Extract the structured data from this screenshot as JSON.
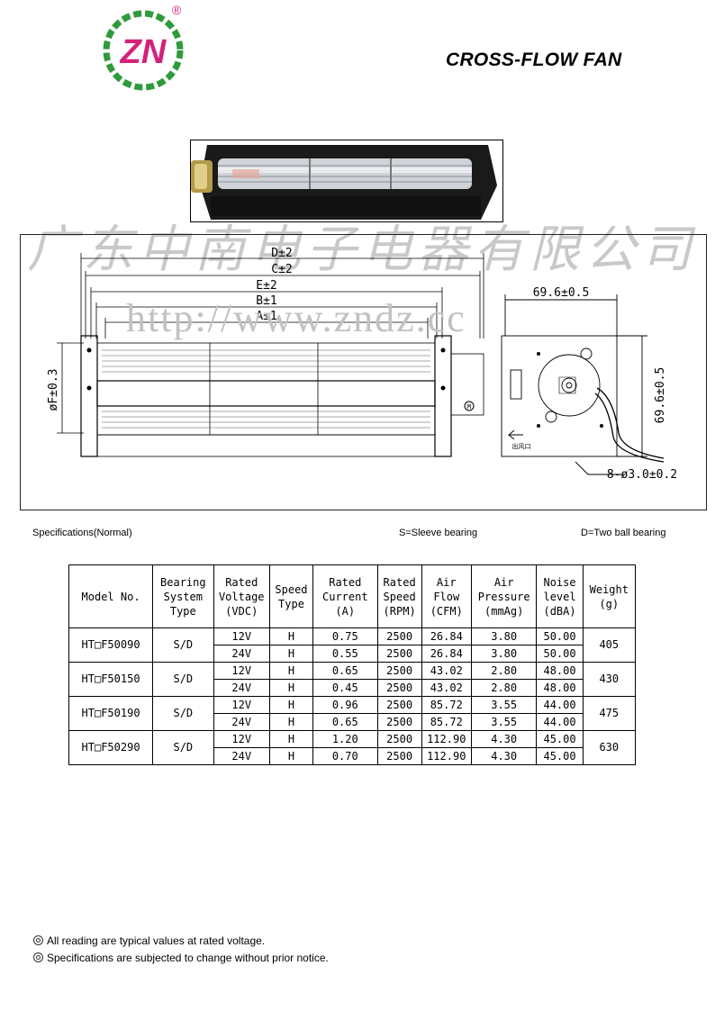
{
  "header": {
    "logo_text": "ZN",
    "registered_mark": "®",
    "title": "CROSS-FLOW  FAN"
  },
  "watermark": {
    "company": "广东中南电子电器有限公司",
    "url": "http://www.zndz.cc"
  },
  "drawing": {
    "dims": {
      "D": "D±2",
      "C": "C±2",
      "E": "E±2",
      "B": "B±1",
      "A": "A±1",
      "F": "øF±0.3",
      "side_width": "69.6±0.5",
      "side_height": "69.6±0.5",
      "holes": "8-ø3.0±0.2",
      "outlet": "出风口",
      "motor": "M"
    }
  },
  "specs": {
    "title": "Specifications(Normal)",
    "sleeve": "S=Sleeve bearing",
    "ball": "D=Two ball bearing"
  },
  "table": {
    "headers": [
      [
        "Model No."
      ],
      [
        "Bearing",
        "System",
        "Type"
      ],
      [
        "Rated",
        "Voltage",
        "(VDC)"
      ],
      [
        "Speed",
        "Type"
      ],
      [
        "Rated",
        "Current",
        "(A)"
      ],
      [
        "Rated",
        "Speed",
        "(RPM)"
      ],
      [
        "Air",
        "Flow",
        "(CFM)"
      ],
      [
        "Air",
        "Pressure",
        "(mmAg)"
      ],
      [
        "Noise",
        "level",
        "(dBA)"
      ],
      [
        "Weight",
        "(g)"
      ]
    ],
    "models": [
      {
        "model": "HT□F50090",
        "bearing": "S/D",
        "weight": "405",
        "rows": [
          {
            "voltage": "12V",
            "speed_type": "H",
            "current": "0.75",
            "rpm": "2500",
            "cfm": "26.84",
            "pressure": "3.80",
            "noise": "50.00"
          },
          {
            "voltage": "24V",
            "speed_type": "H",
            "current": "0.55",
            "rpm": "2500",
            "cfm": "26.84",
            "pressure": "3.80",
            "noise": "50.00"
          }
        ]
      },
      {
        "model": "HT□F50150",
        "bearing": "S/D",
        "weight": "430",
        "rows": [
          {
            "voltage": "12V",
            "speed_type": "H",
            "current": "0.65",
            "rpm": "2500",
            "cfm": "43.02",
            "pressure": "2.80",
            "noise": "48.00"
          },
          {
            "voltage": "24V",
            "speed_type": "H",
            "current": "0.45",
            "rpm": "2500",
            "cfm": "43.02",
            "pressure": "2.80",
            "noise": "48.00"
          }
        ]
      },
      {
        "model": "HT□F50190",
        "bearing": "S/D",
        "weight": "475",
        "rows": [
          {
            "voltage": "12V",
            "speed_type": "H",
            "current": "0.96",
            "rpm": "2500",
            "cfm": "85.72",
            "pressure": "3.55",
            "noise": "44.00"
          },
          {
            "voltage": "24V",
            "speed_type": "H",
            "current": "0.65",
            "rpm": "2500",
            "cfm": "85.72",
            "pressure": "3.55",
            "noise": "44.00"
          }
        ]
      },
      {
        "model": "HT□F50290",
        "bearing": "S/D",
        "weight": "630",
        "rows": [
          {
            "voltage": "12V",
            "speed_type": "H",
            "current": "1.20",
            "rpm": "2500",
            "cfm": "112.90",
            "pressure": "4.30",
            "noise": "45.00"
          },
          {
            "voltage": "24V",
            "speed_type": "H",
            "current": "0.70",
            "rpm": "2500",
            "cfm": "112.90",
            "pressure": "4.30",
            "noise": "45.00"
          }
        ]
      }
    ]
  },
  "notes": [
    "All reading are typical values at rated voltage.",
    "Specifications are subjected to change without prior notice."
  ],
  "colors": {
    "logo_green": "#2f9a3c",
    "logo_magenta": "#d4227a",
    "watermark_grey": "#c9c9c9"
  }
}
